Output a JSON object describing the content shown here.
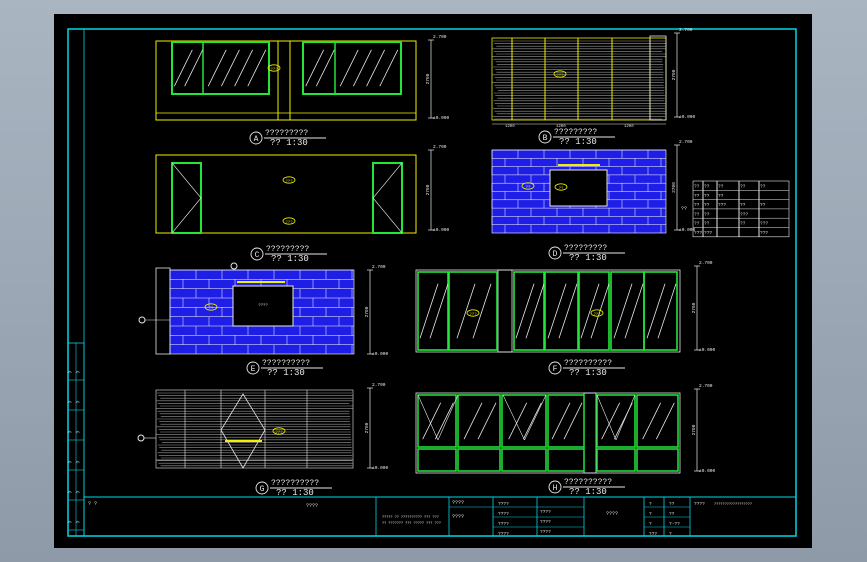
{
  "viewport": {
    "background": "#000000",
    "frame_color": "#00d7e6"
  },
  "colors": {
    "frame": "#00d7e6",
    "green": "#22e63a",
    "yellow": "#f0f000",
    "white": "#e8e8e8",
    "blue": "#1e1ee6",
    "hatch": "#9a9a9a",
    "red": "#ff3030"
  },
  "views": [
    {
      "id": "A",
      "title": "?????????",
      "scale": "??   1:30"
    },
    {
      "id": "B",
      "title": "?????????",
      "scale": "??   1:30"
    },
    {
      "id": "C",
      "title": "?????????",
      "scale": "??   1:30"
    },
    {
      "id": "D",
      "title": "?????????",
      "scale": "??   1:30"
    },
    {
      "id": "E",
      "title": "??????????",
      "scale": "??   1:30"
    },
    {
      "id": "F",
      "title": "??????????",
      "scale": "??   1:30"
    },
    {
      "id": "G",
      "title": "??????????",
      "scale": "??   1:30"
    },
    {
      "id": "H",
      "title": "??????????",
      "scale": "??   1:30"
    }
  ],
  "dims": {
    "level_top": "2.700",
    "level_bottom": "±0.000",
    "height": "2700",
    "b_bottom": [
      "1200",
      "1200",
      "1200"
    ]
  },
  "tags": {
    "a_glass": "???",
    "d_sign": "??",
    "e_sign": "????",
    "g_sign": "???"
  },
  "legend_table": {
    "rows": [
      [
        "??",
        "??",
        "??",
        "??",
        "??"
      ],
      [
        "??",
        "??",
        "??",
        "",
        ""
      ],
      [
        "??",
        "??",
        "???",
        "??",
        "??"
      ],
      [
        "??",
        "??",
        "",
        "???",
        ""
      ],
      [
        "??",
        "??",
        "",
        "??",
        "???"
      ],
      [
        "???",
        "???",
        "",
        "",
        "???"
      ]
    ],
    "side_label": "??"
  },
  "title_block": {
    "left_label": "? ?",
    "project": "????",
    "notes": [
      "????? ?? ?????????? ??? ???",
      "?? ??????? ??? ????? ??? ???"
    ],
    "c1": [
      "????",
      "????"
    ],
    "c2": [
      "????",
      "????",
      "????",
      "????"
    ],
    "c3": [
      "????",
      "????",
      "????"
    ],
    "drawing_name": "????",
    "c5": [
      "?",
      "?",
      "?",
      "???"
    ],
    "c6": [
      "??",
      "??",
      "?-??",
      "?"
    ],
    "sheet_label": "????",
    "sheet_desc": "??????????????????"
  },
  "left_strip": [
    "?",
    "?",
    "?",
    "?",
    "?",
    "?"
  ]
}
